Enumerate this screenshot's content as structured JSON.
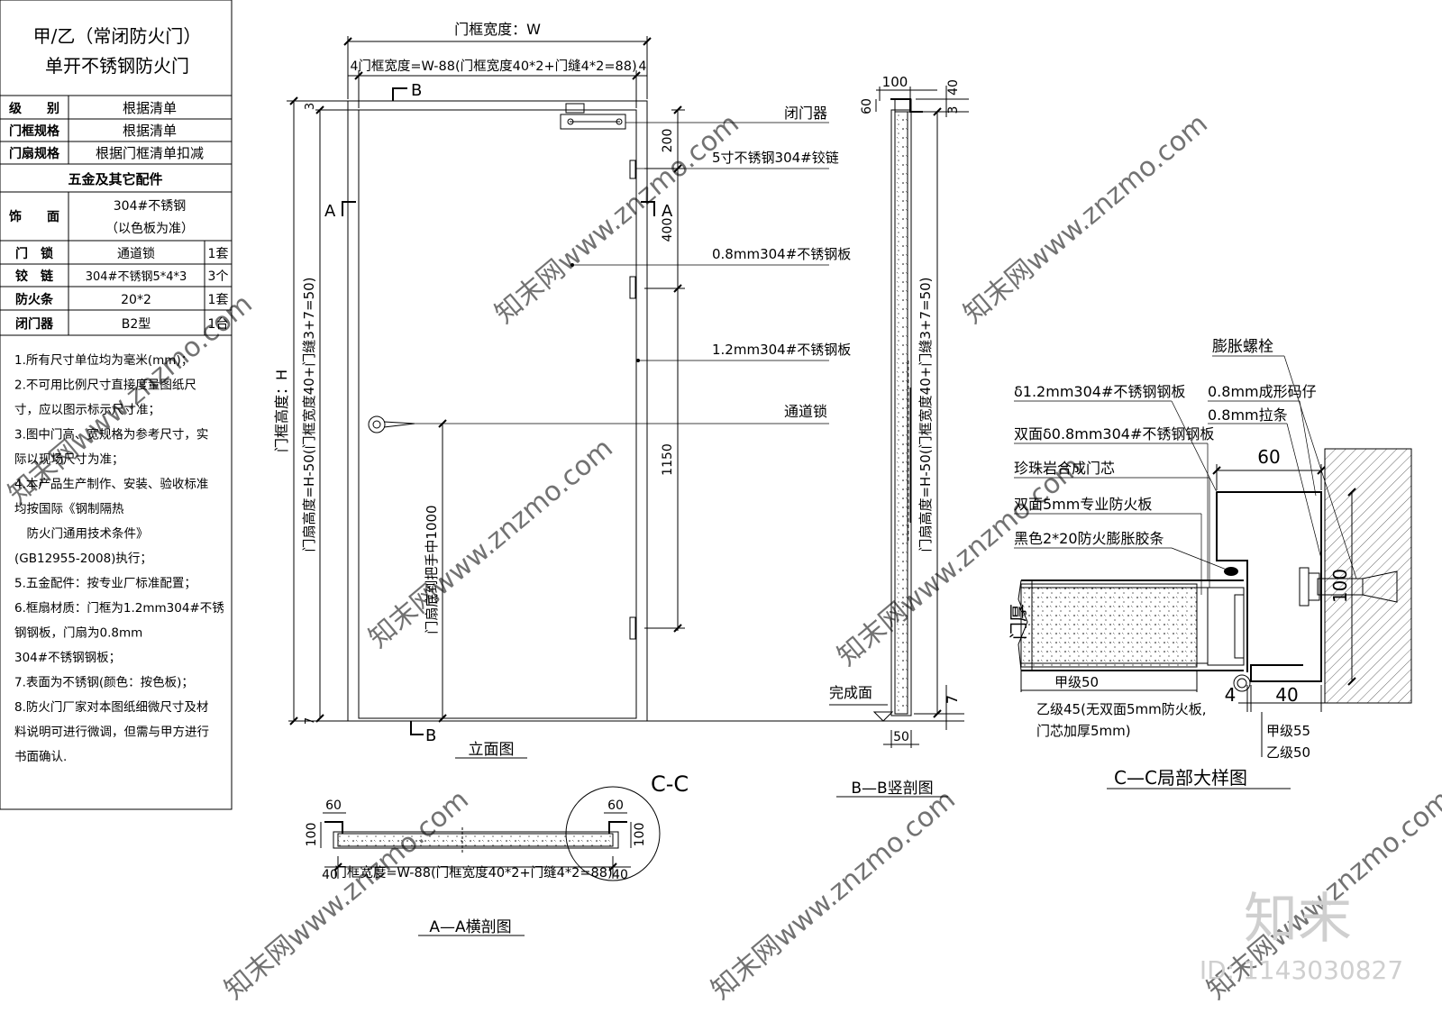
{
  "spec_table": {
    "title_line1": "甲/乙（常闭防火门）",
    "title_line2": "单开不锈钢防火门",
    "rows": [
      {
        "label": "级　　别",
        "value": "根据清单",
        "qty": ""
      },
      {
        "label": "门框规格",
        "value": "根据清单",
        "qty": ""
      },
      {
        "label": "门扇规格",
        "value": "根据门框清单扣减",
        "qty": ""
      }
    ],
    "hardware_header": "五金及其它配件",
    "finish_label": "饰　　面",
    "finish_value_line1": "304#不锈钢",
    "finish_value_line2": "（以色板为准）",
    "hardware_rows": [
      {
        "label": "门　锁",
        "value": "通道锁",
        "qty": "1套"
      },
      {
        "label": "铰　链",
        "value": "304#不锈钢5*4*3",
        "qty": "3个"
      },
      {
        "label": "防火条",
        "value": "20*2",
        "qty": "1套"
      },
      {
        "label": "闭门器",
        "value": "B2型",
        "qty": "1台"
      }
    ],
    "notes": [
      "1.所有尺寸单位均为毫米(mm)；",
      "2.不可用比例尺寸直接度量图纸尺",
      "寸，应以图示标示尺寸准；",
      "3.图中门高、宽规格为参考尺寸，实",
      "际以现场尺寸为准；",
      "4.本产品生产制作、安装、验收标准",
      "均按国际《钢制隔热",
      "　防火门通用技术条件》",
      "(GB12955-2008)执行；",
      "5.五金配件：按专业厂标准配置；",
      "6.框扇材质：门框为1.2mm304#不锈",
      "钢钢板，门扇为0.8mm",
      "304#不锈钢钢板；",
      "7.表面为不锈钢(颜色：按色板)；",
      "8.防火门厂家对本图纸细微尺寸及材",
      "料说明可进行微调，但需与甲方进行",
      "书面确认."
    ]
  },
  "elevation": {
    "title": "立面图",
    "frame_width": "门框宽度：W",
    "leaf_width": "门框宽度=W-88(门框宽度40*2+门缝4*2=88)",
    "gap_left": "4",
    "gap_right": "4",
    "frame_height": "门框高度：H",
    "leaf_height": "门扇高度=H-50(门框宽度40+门缝3+7=50)",
    "top_gap": "3",
    "bottom_gap": "7",
    "dim_200": "200",
    "dim_400": "400",
    "dim_1150": "1150",
    "handle_height": "门扇底到把手中1000",
    "section_b": "B",
    "section_a": "A",
    "callouts": {
      "closer": "闭门器",
      "hinge": "5寸不锈钢304#铰链",
      "leaf_plate": "0.8mm304#不锈钢板",
      "frame_plate": "1.2mm304#不锈钢板",
      "lock": "通道锁"
    }
  },
  "section_bb": {
    "title": "B—B竖剖图",
    "dim_top_width": "100",
    "dim_top_right": "40",
    "dim_top_gap": "3",
    "dim_side": "60",
    "dim_bottom": "50",
    "dim_bottom_gap": "7",
    "leaf_height": "门扇高度=H-50(门框宽度40+门缝3+7=50)",
    "finish_floor": "完成面"
  },
  "section_aa": {
    "title": "A—A横剖图",
    "dim_60_left": "60",
    "dim_100_left": "100",
    "dim_60_right": "60",
    "dim_100_right": "100",
    "dim_40_left": "40",
    "dim_40_right": "40",
    "leaf_width": "门框宽度=W-88(门框宽度40*2+门缝4*2=88)",
    "detail_mark": "C-C"
  },
  "detail_cc": {
    "title": "C—C局部大样图",
    "labels": {
      "bolt": "膨胀螺栓",
      "frame_plate": "δ1.2mm304#不锈钢钢板",
      "clip": "0.8mm成形码仔",
      "strap": "0.8mm拉条",
      "leaf_plate": "双面δ0.8mm304#不锈钢钢板",
      "core": "珍珠岩合成门芯",
      "fire_board": "双面5mm专业防火板",
      "strip": "黑色2*20防火膨胀胶条",
      "thickness": "门厚"
    },
    "dim_60": "60",
    "dim_100": "100",
    "dim_4": "4",
    "dim_40": "40",
    "grade_a_leaf": "甲级50",
    "grade_b_leaf": "乙级45(无双面5mm防火板,",
    "grade_b_leaf_2": "门芯加厚5mm)",
    "grade_a_frame": "甲级55",
    "grade_b_frame": "乙级50"
  },
  "watermark": {
    "brand": "知末",
    "id": "ID: 1143030827",
    "site": "知末网www.znzmo.com"
  }
}
